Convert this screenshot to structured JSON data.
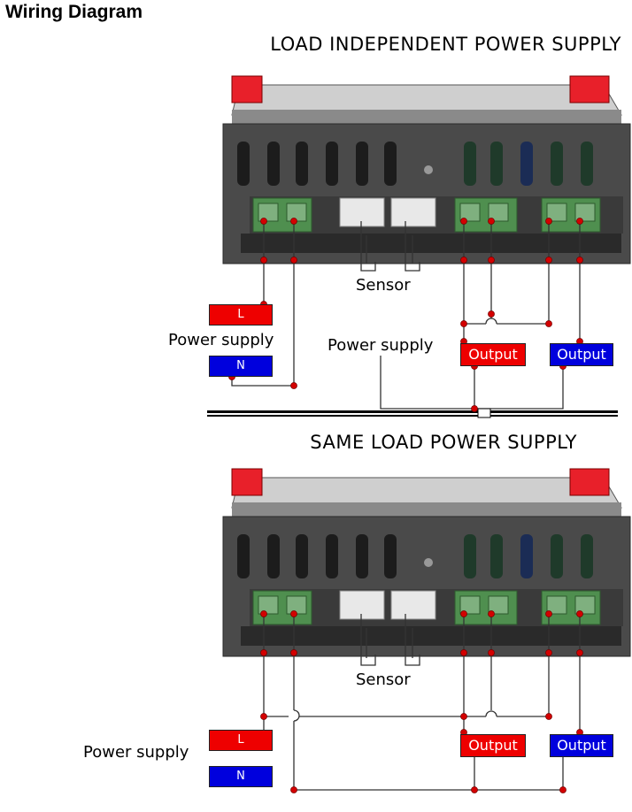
{
  "title": "Wiring Diagram",
  "sections": {
    "independent": {
      "heading": "LOAD INDEPENDENT POWER SUPPLY",
      "sensor_label": "Sensor",
      "power_supply_left": "Power supply",
      "power_supply_middle": "Power supply",
      "live_terminal": "L",
      "neutral_terminal": "N",
      "output_1": "Output",
      "output_2": "Output"
    },
    "same": {
      "heading": "SAME LOAD POWER SUPPLY",
      "sensor_label": "Sensor",
      "power_supply_left": "Power supply",
      "live_terminal": "L",
      "neutral_terminal": "N",
      "output_1": "Output",
      "output_2": "Output"
    }
  },
  "colors": {
    "live": "#ee0000",
    "neutral": "#0000dd",
    "output_red": "#ee0000",
    "output_blue": "#0000dd",
    "wire": "#333333",
    "node": "#d40000",
    "device_body": "#4a4a4a",
    "terminal_green": "#4f8f4f",
    "clip_red": "#e8202a"
  },
  "icons": {
    "controller_device": "temperature-controller-device-icon",
    "connection_node": "wire-junction-dot-icon"
  }
}
